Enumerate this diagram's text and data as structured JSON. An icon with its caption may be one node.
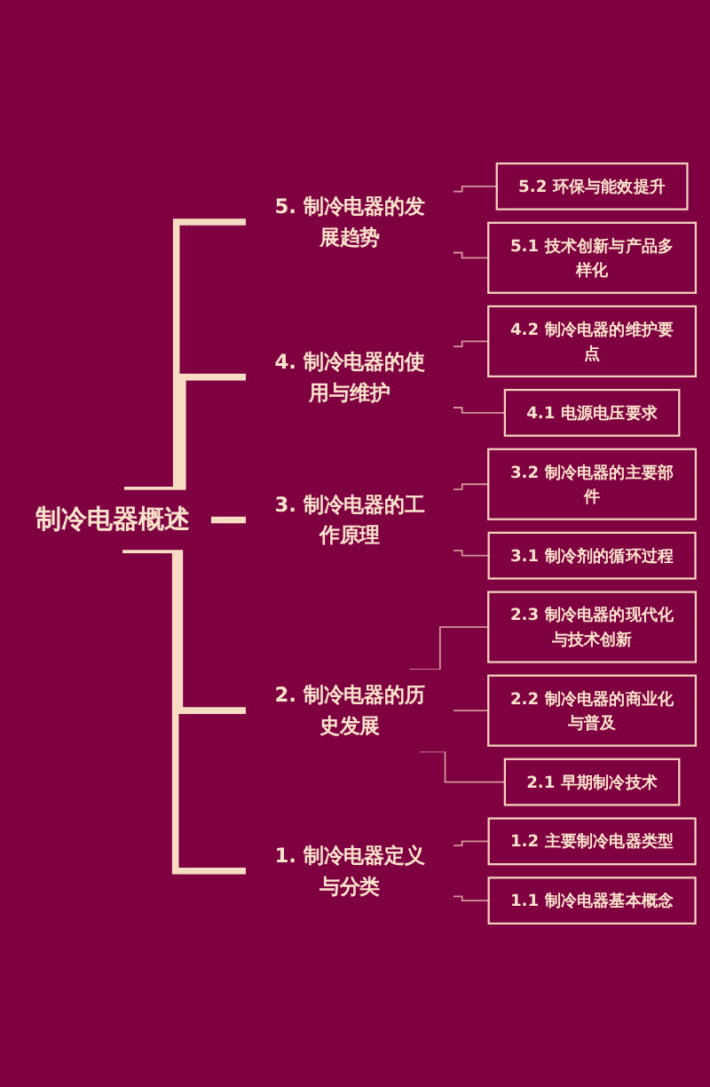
{
  "diagram": {
    "nodes": [
      {
        "text": [
          "5.2 环保与能效提升"
        ]
      },
      {
        "text": [
          "5.1 技术创新与产品多样化"
        ]
      },
      {
        "text": [
          "5. 制冷电器的发展趋势"
        ]
      },
      {
        "text": [
          "4.2 制冷电器的维护要点"
        ]
      },
      {
        "text": [
          "4.1 电源电压要求"
        ]
      },
      {
        "text": [
          "4. 制冷电器的使用与维护"
        ]
      },
      {
        "text": [
          "3.2 制冷电器的主要部件"
        ]
      },
      {
        "text": [
          "3.1 制冷剂的循环过程"
        ]
      },
      {
        "text": [
          "3. 制冷电器的工作原理"
        ]
      },
      {
        "text": [
          "2.3 制冷电器的现代化与技术创新"
        ]
      },
      {
        "text": [
          "2.2 制冷电器的商业化与普及"
        ]
      },
      {
        "text": [
          "2.1 早期制冷技术"
        ]
      },
      {
        "text": [
          "2. 制冷电器的历史发展"
        ]
      },
      {
        "text": [
          "1.2 主要制冷电器类型"
        ]
      },
      {
        "text": [
          "1.1 制冷电器基本概念"
        ]
      },
      {
        "text": [
          "1. 制冷电器定义与分类"
        ]
      },
      {
        "text": [
          "制冷电器概述"
        ]
      }
    ],
    "edges": [
      {
        "from": 16,
        "to": 2,
        "arrow": "none",
        "style": "thick",
        "color": "#f6dcc2"
      },
      {
        "from": 2,
        "to": 0,
        "arrow": "none"
      },
      {
        "from": 2,
        "to": 1,
        "arrow": "none"
      },
      {
        "from": 16,
        "to": 5,
        "arrow": "none",
        "style": "thick",
        "color": "#f6dcc2"
      },
      {
        "from": 5,
        "to": 3,
        "arrow": "none"
      },
      {
        "from": 5,
        "to": 4,
        "arrow": "none"
      },
      {
        "from": 16,
        "to": 8,
        "arrow": "none",
        "style": "thick",
        "color": "#f6dcc2"
      },
      {
        "from": 8,
        "to": 6,
        "arrow": "none"
      },
      {
        "from": 8,
        "to": 7,
        "arrow": "none"
      },
      {
        "from": 16,
        "to": 12,
        "arrow": "none",
        "style": "thick",
        "color": "#f6dcc2"
      },
      {
        "from": 12,
        "to": 9,
        "arrow": "none"
      },
      {
        "from": 12,
        "to": 10,
        "arrow": "none"
      },
      {
        "from": 12,
        "to": 11,
        "arrow": "none"
      },
      {
        "from": 16,
        "to": 15,
        "arrow": "none",
        "style": "thick",
        "color": "#f6dcc2"
      },
      {
        "from": 15,
        "to": 13,
        "arrow": "none"
      },
      {
        "from": 15,
        "to": 14,
        "arrow": "none"
      }
    ]
  }
}
